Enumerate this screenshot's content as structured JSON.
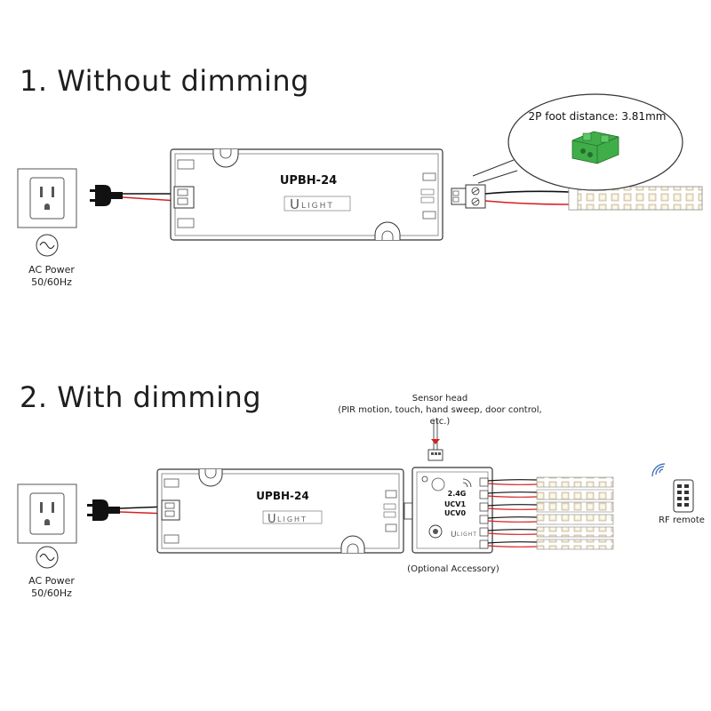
{
  "section1": {
    "title": "1. Without dimming",
    "power_label": "AC Power",
    "power_freq": "50/60Hz",
    "driver_model": "UPBH-24",
    "logo_u": "U",
    "logo_light": "LIGHT",
    "callout": "2P foot distance: 3.81mm"
  },
  "section2": {
    "title": "2. With dimming",
    "power_label": "AC Power",
    "power_freq": "50/60Hz",
    "driver_model": "UPBH-24",
    "logo_u": "U",
    "logo_light": "LIGHT",
    "sensor_title": "Sensor head",
    "sensor_types": "(PIR motion, touch, hand sweep, door control, etc.)",
    "controller_freq": "2.4G",
    "controller_model_1": "UCV1",
    "controller_model_2": "UCV0",
    "optional_note": "(Optional Accessory)",
    "remote_label": "RF remote",
    "strip_count": 6
  },
  "colors": {
    "outline": "#333333",
    "wire_red": "#d62020",
    "wire_black": "#111111",
    "terminal_green": "#3fae49",
    "led_chip_white": "#f6f4ee",
    "led_chip_warm": "#efe3c8"
  },
  "icons": [
    "wall-socket-icon",
    "ac-sine-icon",
    "plug-icon",
    "connector-icon",
    "led-strip-icon",
    "wireless-signal-icon",
    "remote-icon",
    "terminal-block-icon"
  ]
}
